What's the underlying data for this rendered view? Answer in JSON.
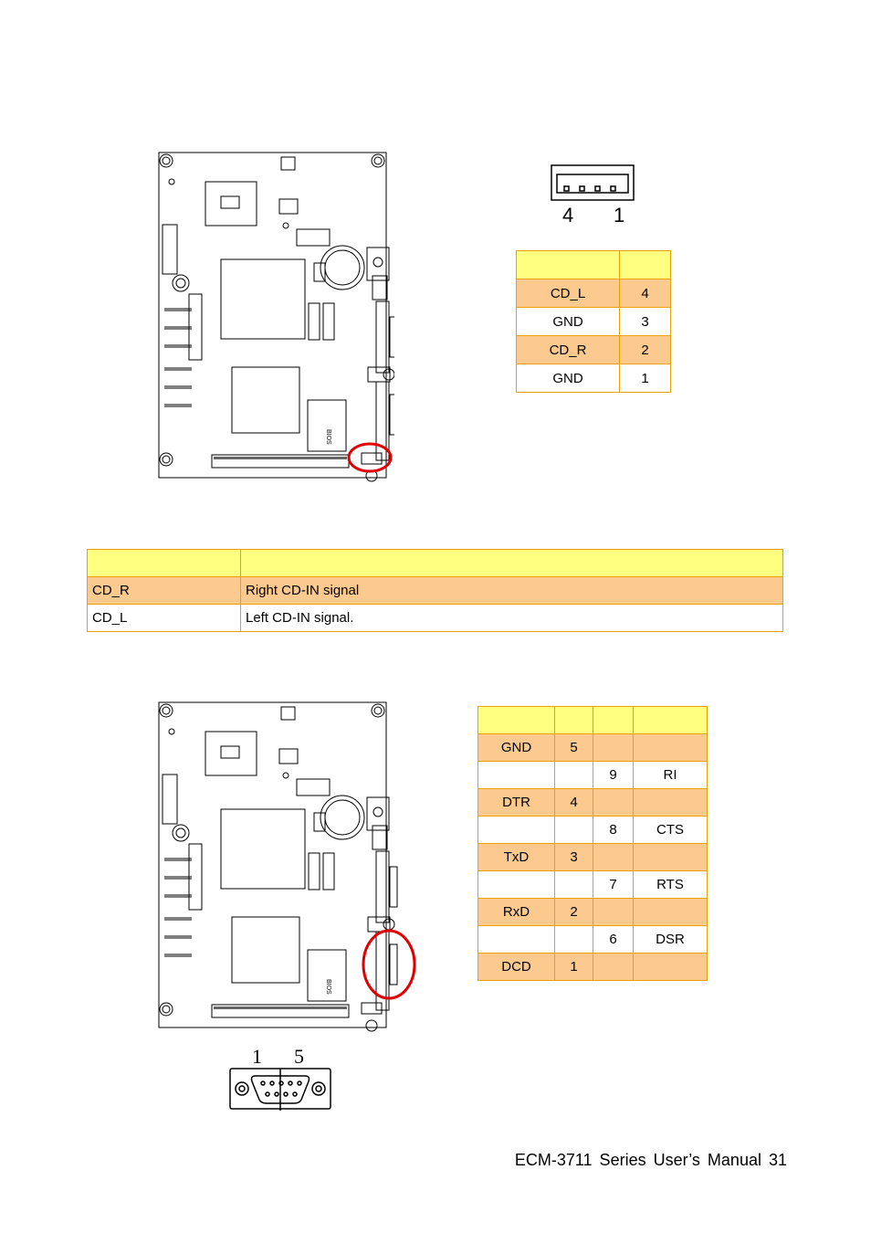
{
  "cd_connector": {
    "pin_left_label": "4",
    "pin_right_label": "1"
  },
  "cd_pin_table": {
    "header": [
      "",
      ""
    ],
    "rows": [
      {
        "signal": "CD_L",
        "pin": "4"
      },
      {
        "signal": "GND",
        "pin": "3"
      },
      {
        "signal": "CD_R",
        "pin": "2"
      },
      {
        "signal": "GND",
        "pin": "1"
      }
    ]
  },
  "cd_desc_table": {
    "header": [
      "",
      ""
    ],
    "rows": [
      {
        "signal": "CD_R",
        "description": "Right CD-IN signal"
      },
      {
        "signal": "CD_L",
        "description": "Left CD-IN signal."
      }
    ]
  },
  "com_pin_table": {
    "header": [
      "",
      "",
      "",
      ""
    ],
    "rows": [
      [
        "GND",
        "5",
        "",
        ""
      ],
      [
        "",
        "",
        "9",
        "RI"
      ],
      [
        "DTR",
        "4",
        "",
        ""
      ],
      [
        "",
        "",
        "8",
        "CTS"
      ],
      [
        "TxD",
        "3",
        "",
        ""
      ],
      [
        "",
        "",
        "7",
        "RTS"
      ],
      [
        "RxD",
        "2",
        "",
        ""
      ],
      [
        "",
        "",
        "6",
        "DSR"
      ],
      [
        "DCD",
        "1",
        "",
        ""
      ]
    ]
  },
  "db9_connector": {
    "pin_left_label": "1",
    "pin_right_label": "5"
  },
  "board_chip_label": "BIOS",
  "footer": {
    "text": "ECM-3711 Series User’s Manual 31"
  },
  "colors": {
    "header_fill": "#ffff80",
    "row_fill": "#fcc98e",
    "border": "#e8a300",
    "highlight": "#e00000"
  }
}
